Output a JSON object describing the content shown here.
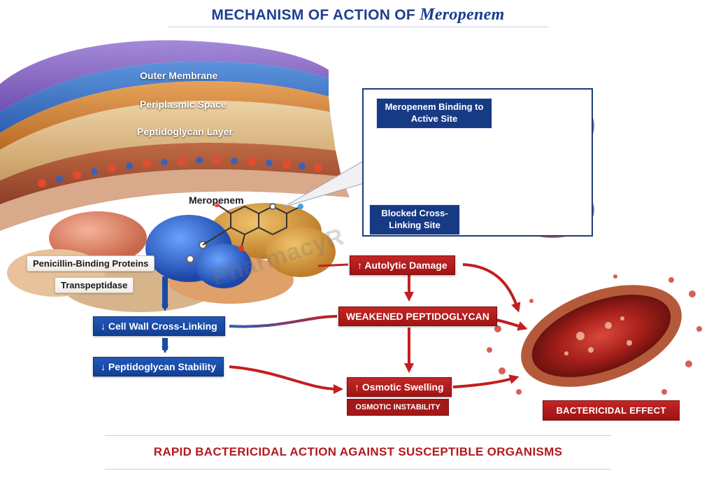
{
  "title": {
    "main": "MECHANISM OF ACTION OF",
    "drug": "Meropenem"
  },
  "membrane": {
    "outer_membrane": "Outer Membrane",
    "periplasmic_space": "Periplasmic Space",
    "peptidoglycan_layer": "Peptidoglycan Layer"
  },
  "molecule_label": "Meropenem",
  "protein_labels": {
    "pbp": "Penicillin-Binding Proteins",
    "transpeptidase": "Transpeptidase"
  },
  "inset": {
    "binding_label": "Meropenem Binding to Active Site",
    "blocked_label": "Blocked Cross-Linking Site"
  },
  "blue_steps": {
    "cross_linking": "↓ Cell Wall Cross-Linking",
    "stability": "↓ Peptidoglycan Stability"
  },
  "red_steps": {
    "autolytic": "↑ Autolytic Damage",
    "weakened": "WEAKENED PEPTIDOGLYCAN",
    "osmotic_swelling": "↑ Osmotic Swelling",
    "osmotic_instability": "OSMOTIC INSTABILITY"
  },
  "effect_label": "BACTERICIDAL EFFECT",
  "footer": "RAPID BACTERICIDAL ACTION AGAINST SUSCEPTIBLE ORGANISMS",
  "watermark": "PharmacyR",
  "colors": {
    "title_blue": "#1f3f8f",
    "step_blue": "#1a4aa8",
    "step_red": "#b81c1c",
    "membrane_purple": "#8a6bc4",
    "membrane_blue": "#3f78c9",
    "membrane_orange": "#d9893a"
  }
}
